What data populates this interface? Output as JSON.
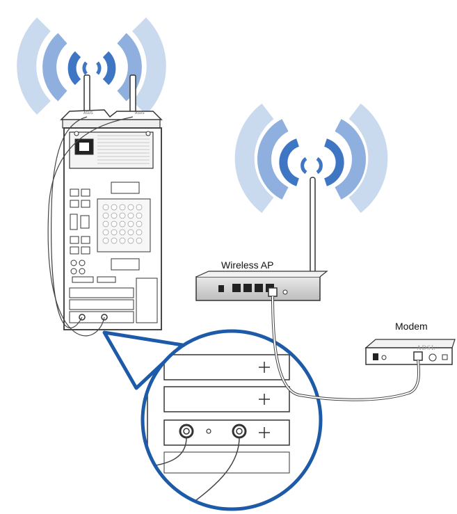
{
  "labels": {
    "wireless_ap": "Wireless AP",
    "modem": "Modem",
    "modem_brand": "ADSL",
    "antenna_brand": "ASUS"
  },
  "colors": {
    "wifi_light": "#c9d9ee",
    "wifi_mid": "#8fb0de",
    "wifi_dark": "#3f76c4",
    "callout_border": "#1d5aa8",
    "cable": "#444444",
    "device_body": "#ffffff",
    "device_outline": "#333333"
  },
  "icons": {
    "wifi_signal": "wifi-signal-icon",
    "plus": "plus-icon"
  }
}
